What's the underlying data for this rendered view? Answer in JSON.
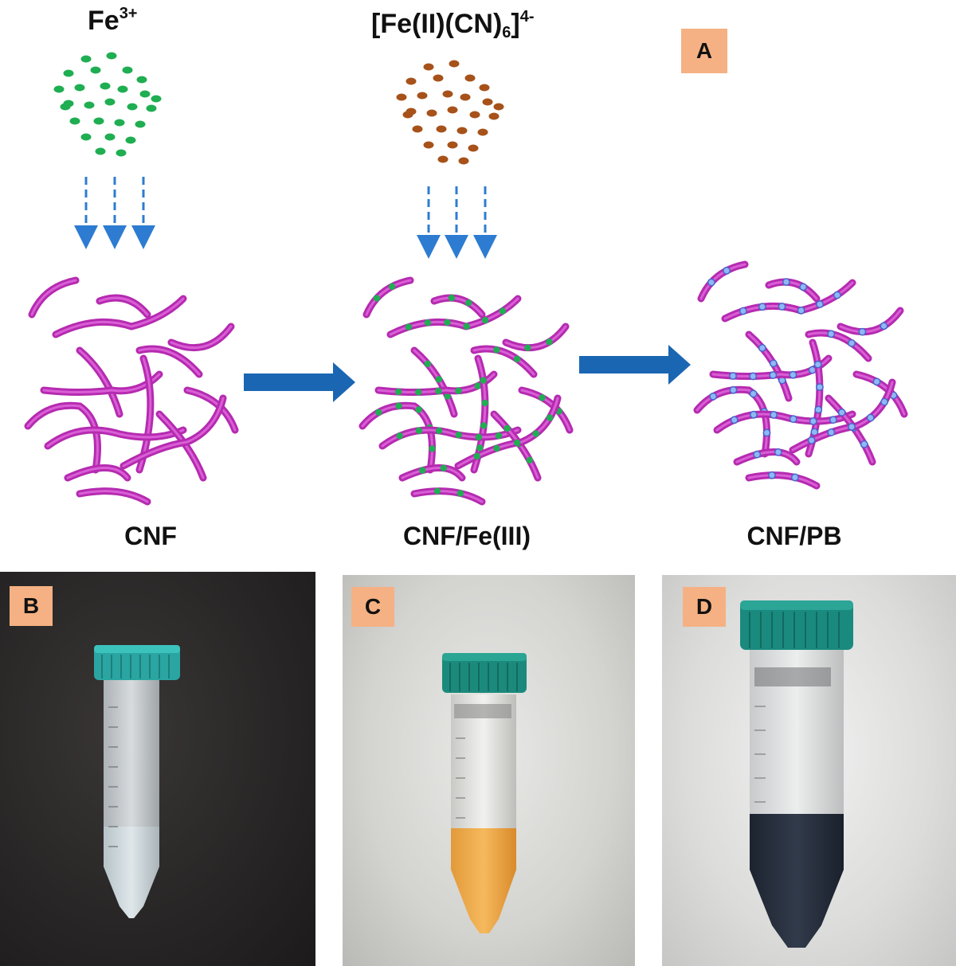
{
  "scheme": {
    "panel_label": "A",
    "ion1": {
      "base": "Fe",
      "sup": "3+"
    },
    "ion2": {
      "pre": "[Fe(II)(CN)",
      "sub": "6",
      "post": "]",
      "sup": "4-"
    },
    "stages": [
      "CNF",
      "CNF/Fe(III)",
      "CNF/PB"
    ]
  },
  "photos": [
    {
      "label": "B"
    },
    {
      "label": "C"
    },
    {
      "label": "D"
    }
  ],
  "colors": {
    "fiber": "#b52bb0",
    "fiber_highlight": "#e36be0",
    "fe3_dot": "#1fae52",
    "ferrocyanide_dot": "#a6521a",
    "pb_dot": "#8fb8f5",
    "arrow": "#1a66b3",
    "dashed_arrow": "#2d7cd1",
    "tag_bg": "#f5b183"
  }
}
